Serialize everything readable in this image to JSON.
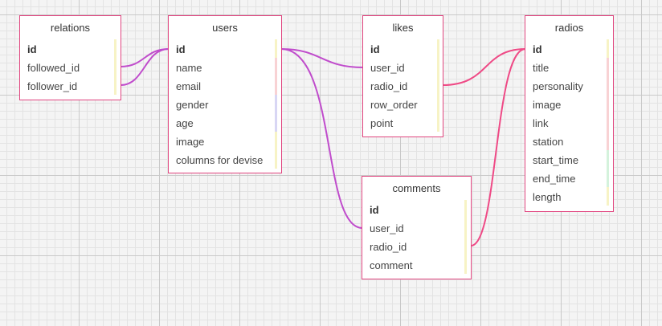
{
  "tables": [
    {
      "title": "relations",
      "columns": [
        "id",
        "followed_id",
        "follower_id"
      ]
    },
    {
      "title": "users",
      "columns": [
        "id",
        "name",
        "email",
        "gender",
        "age",
        "image",
        "columns for devise"
      ]
    },
    {
      "title": "likes",
      "columns": [
        "id",
        "user_id",
        "radio_id",
        "row_order",
        "point"
      ]
    },
    {
      "title": "radios",
      "columns": [
        "id",
        "title",
        "personality",
        "image",
        "link",
        "station",
        "start_time",
        "end_time",
        "length"
      ]
    },
    {
      "title": "comments",
      "columns": [
        "id",
        "user_id",
        "radio_id",
        "comment"
      ]
    }
  ],
  "colors": {
    "user_links": "#c04ccc",
    "radio_links": "#ef4a86",
    "table_border": "#e1457f"
  }
}
